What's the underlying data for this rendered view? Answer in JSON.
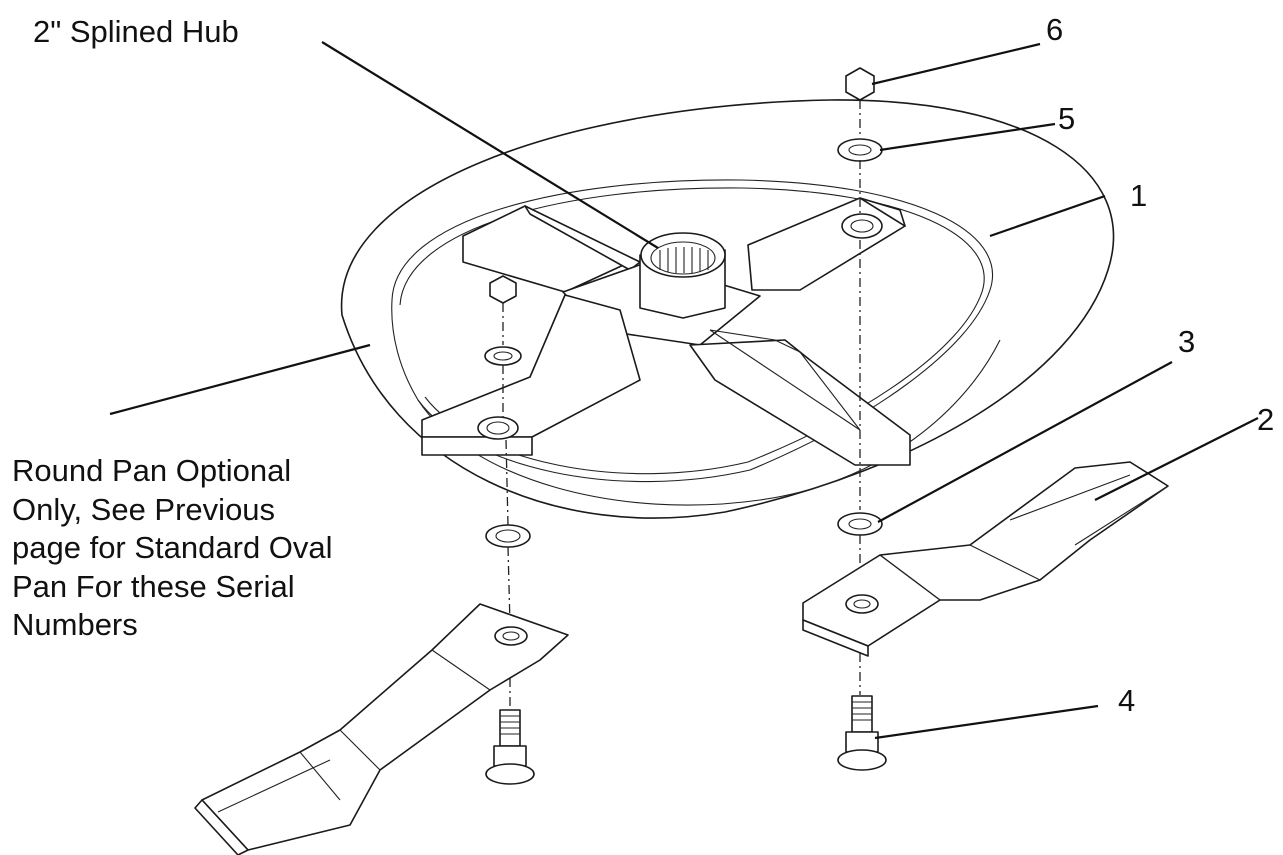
{
  "callouts": {
    "hub": "2\" Splined Hub",
    "n1": "1",
    "n2": "2",
    "n3": "3",
    "n4": "4",
    "n5": "5",
    "n6": "6"
  },
  "note_lines": [
    "Round Pan Optional",
    "Only, See Previous",
    "page for Standard Oval",
    "Pan For these Serial",
    "Numbers"
  ]
}
